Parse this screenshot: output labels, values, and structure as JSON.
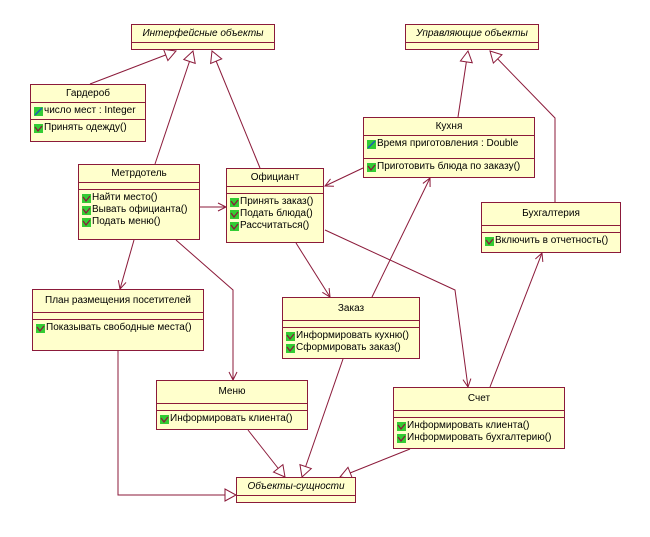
{
  "colors": {
    "box_fill": "#ffffcc",
    "border": "#8b1a3a",
    "icon": "#33cc33"
  },
  "classes": {
    "iface": {
      "title": "Интерфейсные объекты"
    },
    "ctrl": {
      "title": "Управляющие объекты"
    },
    "garderob": {
      "title": "Гардероб",
      "attrs": [
        "число мест : Integer"
      ],
      "ops": [
        "Принять одежду()"
      ]
    },
    "kitchen": {
      "title": "Кухня",
      "attrs": [
        "Время приготовления : Double"
      ],
      "ops": [
        "Приготовить блюда по заказу()"
      ]
    },
    "metr": {
      "title": "Метрдотель",
      "ops": [
        "Найти место()",
        "Вывать официанта()",
        "Подать меню()"
      ]
    },
    "waiter": {
      "title": "Официант",
      "ops": [
        "Принять заказ()",
        "Подать блюда()",
        "Рассчитаться()"
      ]
    },
    "buh": {
      "title": "Бухгалтерия",
      "ops": [
        "Включить в отчетность()"
      ]
    },
    "plan": {
      "title": "План размещения посетителей",
      "ops": [
        "Показывать свободные места()"
      ]
    },
    "order": {
      "title": "Заказ",
      "ops": [
        "Информировать кухню()",
        "Сформировать заказ()"
      ]
    },
    "menu": {
      "title": "Меню",
      "ops": [
        "Информировать клиента()"
      ]
    },
    "bill": {
      "title": "Счет",
      "ops": [
        "Информировать клиента()",
        "Информировать бухгалтерию()"
      ]
    },
    "entity": {
      "title": "Объекты-сущности"
    }
  },
  "connections": [
    {
      "from": "garderob",
      "to": "iface",
      "kind": "generalization"
    },
    {
      "from": "metr",
      "to": "iface",
      "kind": "generalization"
    },
    {
      "from": "waiter",
      "to": "iface",
      "kind": "generalization"
    },
    {
      "from": "kitchen",
      "to": "ctrl",
      "kind": "generalization"
    },
    {
      "from": "buh",
      "to": "ctrl",
      "kind": "generalization"
    },
    {
      "from": "metr",
      "to": "waiter",
      "kind": "association"
    },
    {
      "from": "kitchen",
      "to": "waiter",
      "kind": "association"
    },
    {
      "from": "metr",
      "to": "plan",
      "kind": "association"
    },
    {
      "from": "metr",
      "to": "menu",
      "kind": "association"
    },
    {
      "from": "waiter",
      "to": "order",
      "kind": "association"
    },
    {
      "from": "waiter",
      "to": "bill",
      "kind": "association"
    },
    {
      "from": "order",
      "to": "kitchen",
      "kind": "association"
    },
    {
      "from": "bill",
      "to": "buh",
      "kind": "association"
    },
    {
      "from": "plan",
      "to": "entity",
      "kind": "generalization"
    },
    {
      "from": "menu",
      "to": "entity",
      "kind": "generalization"
    },
    {
      "from": "order",
      "to": "entity",
      "kind": "generalization"
    },
    {
      "from": "bill",
      "to": "entity",
      "kind": "generalization"
    }
  ]
}
